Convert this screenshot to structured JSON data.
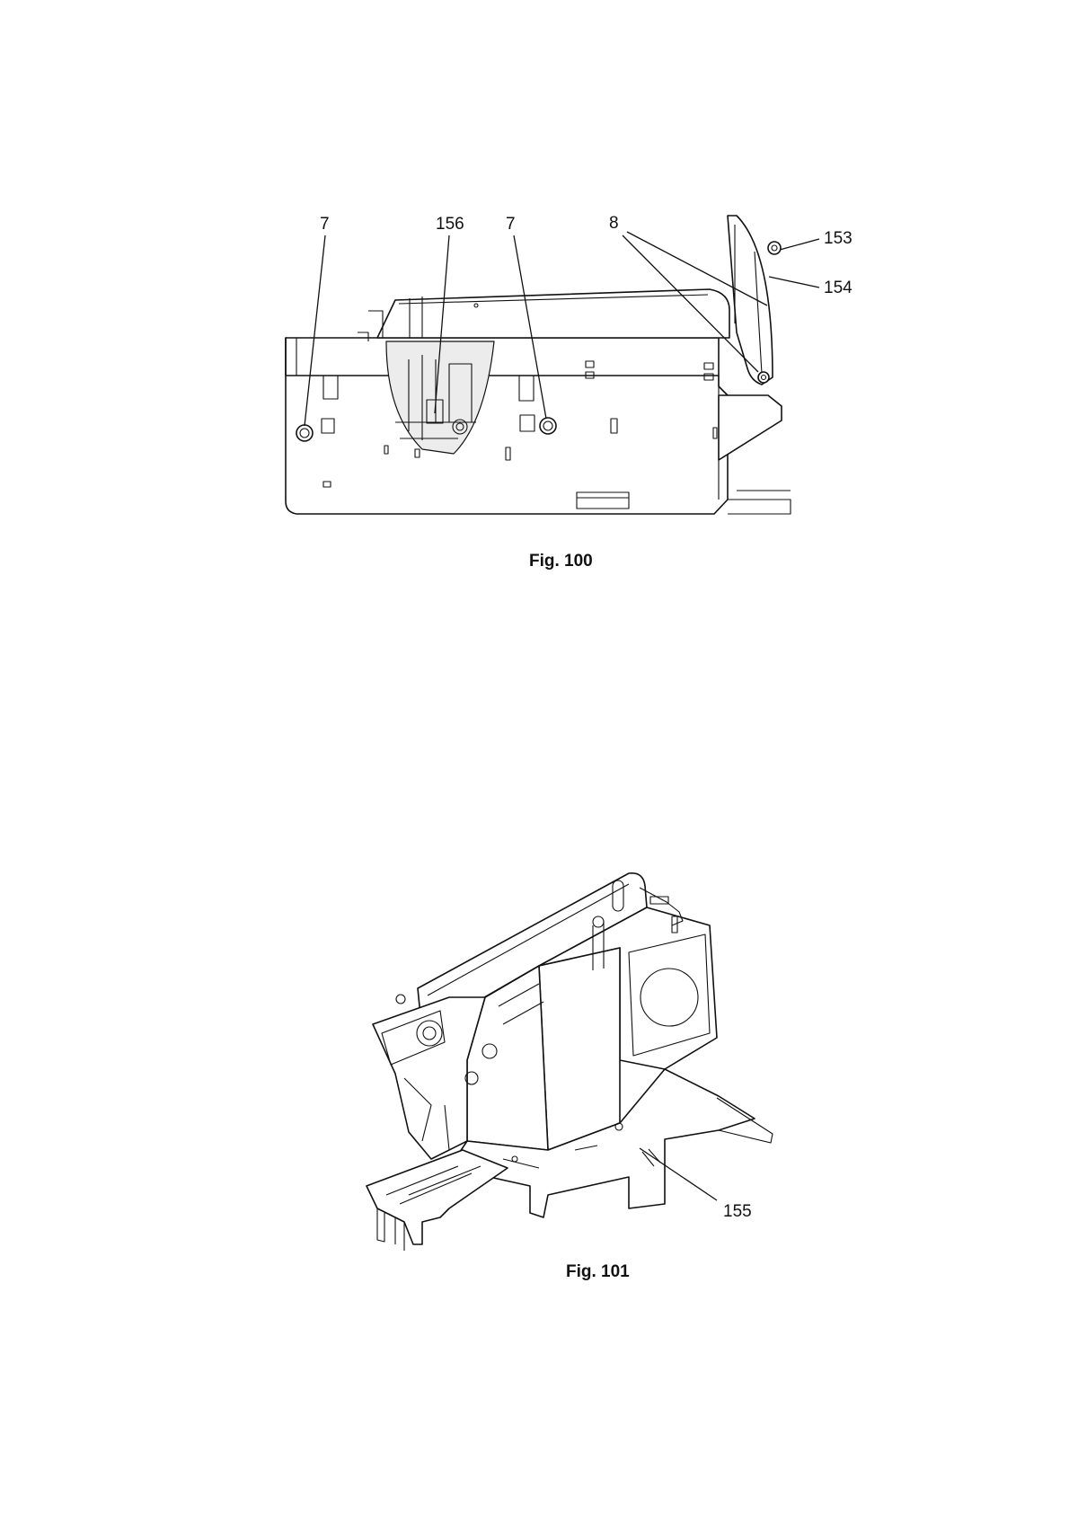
{
  "figures": [
    {
      "caption": "Fig. 100",
      "callouts": [
        "7",
        "156",
        "7",
        "8",
        "153",
        "154"
      ]
    },
    {
      "caption": "Fig. 101",
      "callouts": [
        "155"
      ]
    }
  ]
}
